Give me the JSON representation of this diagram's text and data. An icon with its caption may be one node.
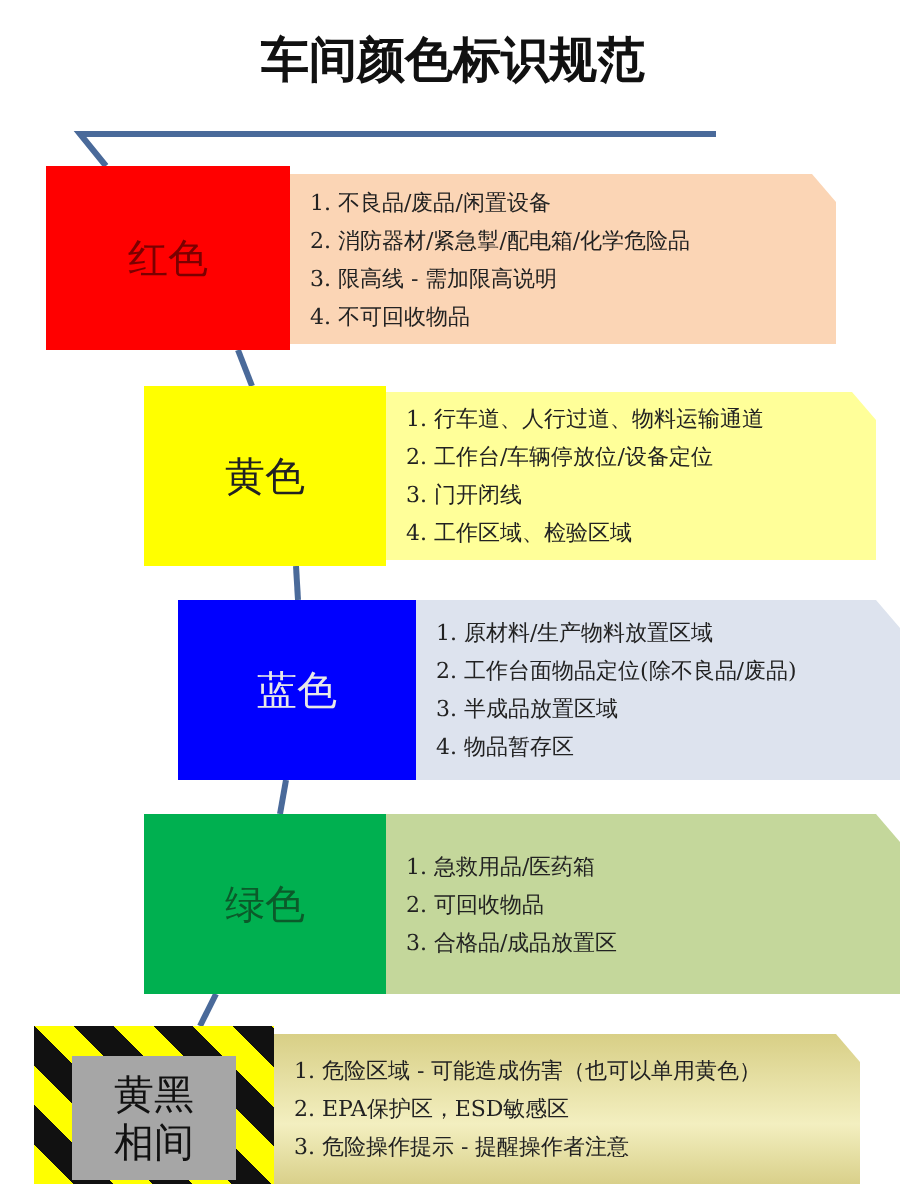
{
  "diagram": {
    "title": "车间颜色标识规范",
    "nodes": [
      {
        "text": [
          "红色"
        ]
      },
      {
        "text": [
          "1. 不良品/废品/闲置设备",
          "2. 消防器材/紧急掣/配电箱/化学危险品",
          "3. 限高线 - 需加限高说明",
          "4. 不可回收物品"
        ]
      },
      {
        "text": [
          "黄色"
        ]
      },
      {
        "text": [
          "1. 行车道、人行过道、物料运输通道",
          "2. 工作台/车辆停放位/设备定位",
          "3. 门开闭线",
          "4. 工作区域、检验区域"
        ]
      },
      {
        "text": [
          "蓝色"
        ]
      },
      {
        "text": [
          "1. 原材料/生产物料放置区域",
          "2. 工作台面物品定位(除不良品/废品)",
          "3. 半成品放置区域",
          "4. 物品暂存区"
        ]
      },
      {
        "text": [
          "绿色"
        ]
      },
      {
        "text": [
          "1. 急救用品/医药箱",
          "2. 可回收物品",
          "3. 合格品/成品放置区"
        ]
      },
      {
        "text": [
          "黄黑相间"
        ]
      },
      {
        "text": [
          "1. 危险区域 - 可能造成伤害（也可以单用黄色）",
          "2. EPA保护区，ESD敏感区",
          "3. 危险操作提示 - 提醒操作者注意"
        ]
      }
    ],
    "edges": [
      {
        "from": null,
        "to": 0,
        "arrow": "none"
      },
      {
        "from": 0,
        "to": 2,
        "arrow": "none"
      },
      {
        "from": 2,
        "to": 4,
        "arrow": "none"
      },
      {
        "from": 4,
        "to": 6,
        "arrow": "none"
      },
      {
        "from": 6,
        "to": 8,
        "arrow": "none"
      }
    ]
  }
}
